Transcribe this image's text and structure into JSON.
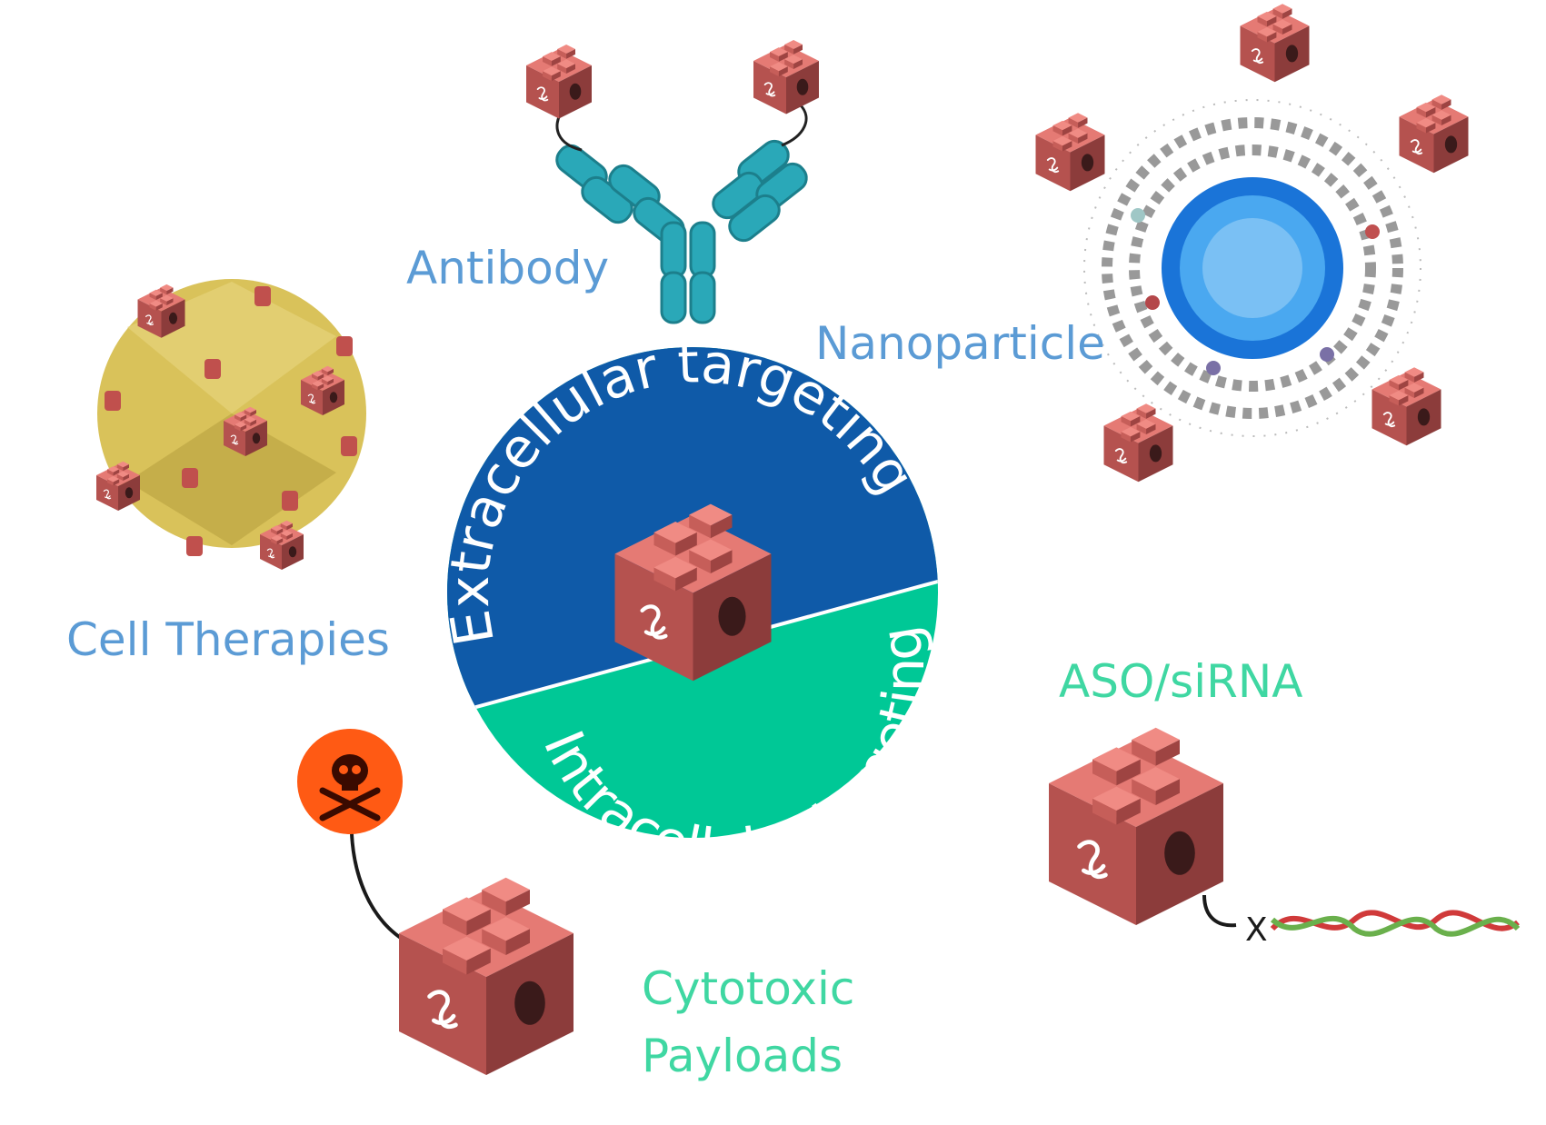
{
  "labels": {
    "antibody": "Antibody",
    "nanoparticle": "Nanoparticle",
    "cell_therapies": "Cell Therapies",
    "aso_sirna": "ASO/siRNA",
    "cytotoxic_line1": "Cytotoxic",
    "cytotoxic_line2": "Payloads",
    "linker_x": "X"
  },
  "circle": {
    "top_text": "Extracellular targeting",
    "bottom_text": "Intracellular targeting"
  },
  "colors": {
    "blue_label": "#5b9bd5",
    "green_label": "#3fd7a2",
    "extracellular": "#0f5aa8",
    "intracellular": "#00c896",
    "brick": "#b5524f",
    "antibody": "#2aa8b8",
    "capsid": "#d9c25a",
    "skull_orb": "#ff5a14"
  }
}
